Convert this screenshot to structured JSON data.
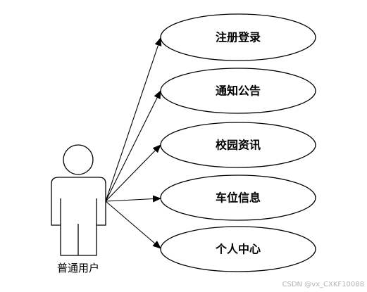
{
  "actor": {
    "label": "普通用户"
  },
  "use_cases": [
    {
      "label": "注册登录"
    },
    {
      "label": "通知公告"
    },
    {
      "label": "校园资讯"
    },
    {
      "label": "车位信息"
    },
    {
      "label": "个人中心"
    }
  ],
  "watermark": "CSDN @vx_CXKF10088"
}
